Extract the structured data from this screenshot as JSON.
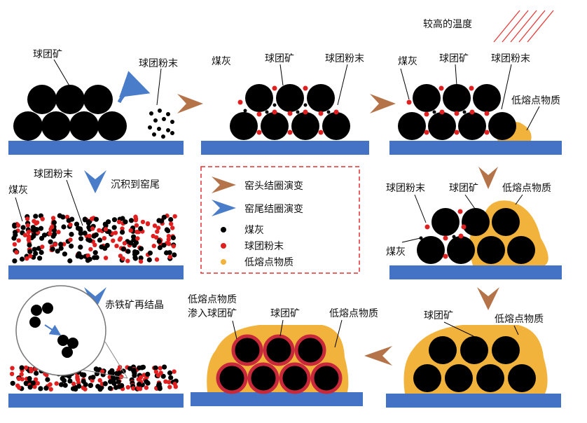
{
  "labels": {
    "pellet": "球团矿",
    "pellet_powder": "球团粉末",
    "coal_ash": "煤灰",
    "low_melt": "低熔点物质",
    "high_temp": "较高的温度",
    "settle_to_tail": "沉积到窑尾",
    "hematite_recrystal": "赤铁矿再结晶",
    "low_melt_infiltrate_line1": "低熔点物质",
    "low_melt_infiltrate_line2": "渗入球团矿"
  },
  "legend": {
    "kiln_head": "窑头结圈演变",
    "kiln_tail": "窑尾结圈演变",
    "coal_ash": "煤灰",
    "pellet_powder": "球团粉末",
    "low_melt": "低熔点物质"
  },
  "colors": {
    "base": "#4472c4",
    "pellet": "#000000",
    "powder": "#e02020",
    "low_melt": "#f2b33d",
    "arrow_head": "#b5734a",
    "arrow_tail": "#4a7dc9",
    "legend_border": "#e03030",
    "hot_lines": "#e83a3a"
  }
}
